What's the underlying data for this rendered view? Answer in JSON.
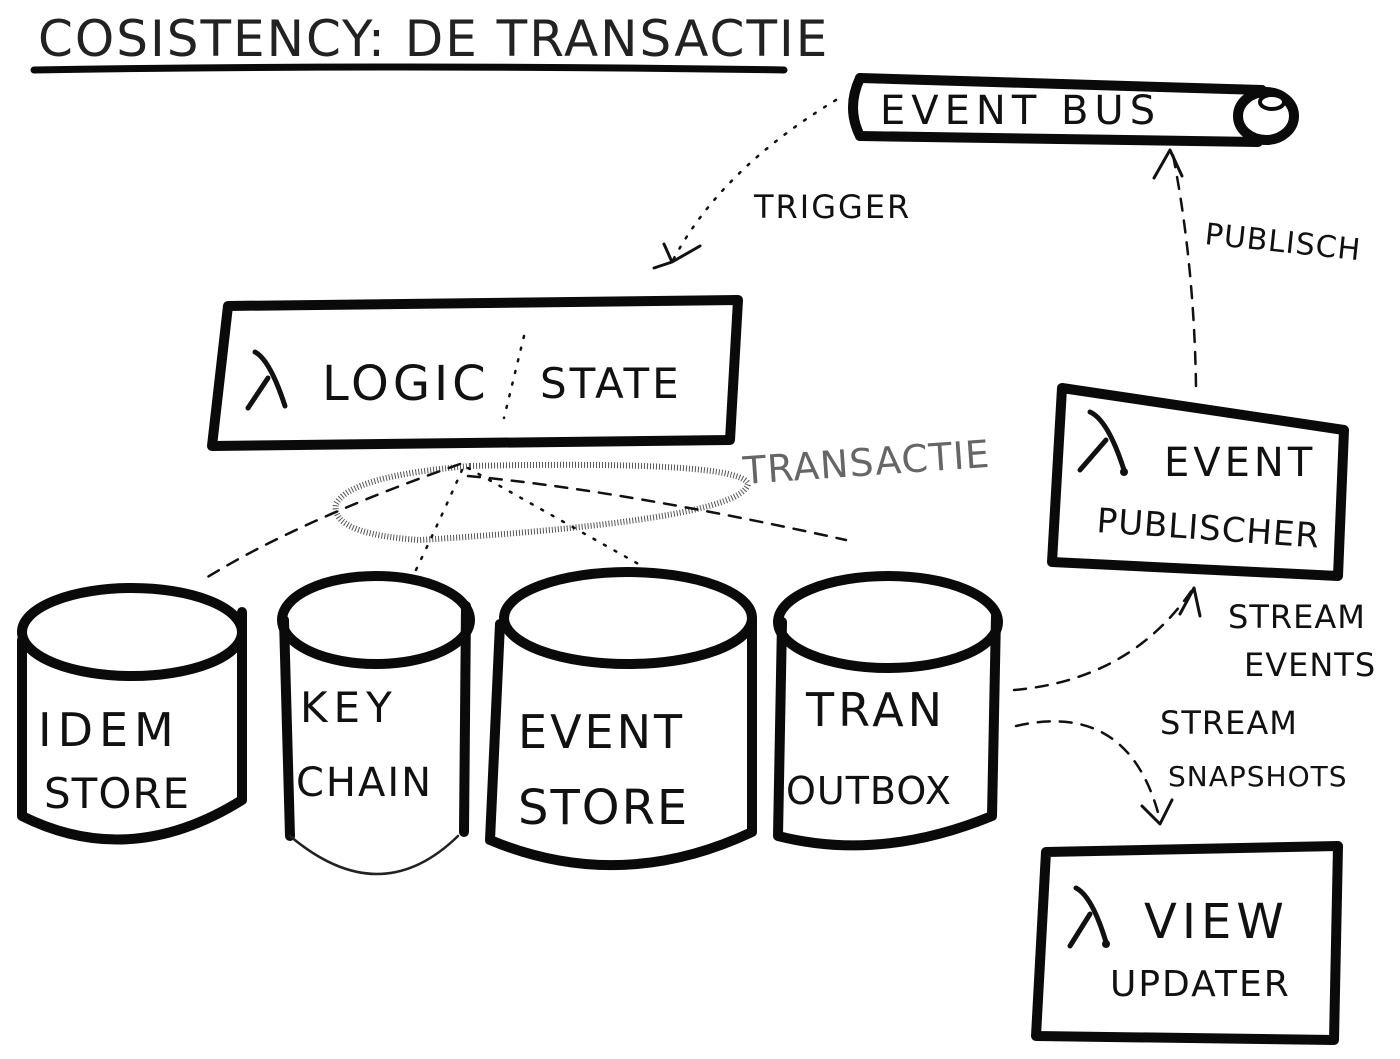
{
  "title": "COSISTENCY: DE TRANSACTIE",
  "nodes": {
    "event_bus": "EVENT BUS",
    "logic": "LOGIC",
    "state": "STATE",
    "event_publisher_line1": "EVENT",
    "event_publisher_line2": "PUBLISCHER",
    "view_updater_line1": "VIEW",
    "view_updater_line2": "UPDATER"
  },
  "stores": {
    "idem_line1": "IDEM",
    "idem_line2": "STORE",
    "keychain_line1": "KEY",
    "keychain_line2": "CHAIN",
    "eventstore_line1": "EVENT",
    "eventstore_line2": "STORE",
    "tranoutbox_line1": "TRAN",
    "tranoutbox_line2": "OUTBOX"
  },
  "edges": {
    "trigger": "TRIGGER",
    "publisch": "PUBLISCH",
    "transactie": "TRANSACTIE",
    "stream_events_line1": "STREAM",
    "stream_events_line2": "EVENTS",
    "stream_snapshots_line1": "STREAM",
    "stream_snapshots_line2": "SNAPSHOTS"
  }
}
